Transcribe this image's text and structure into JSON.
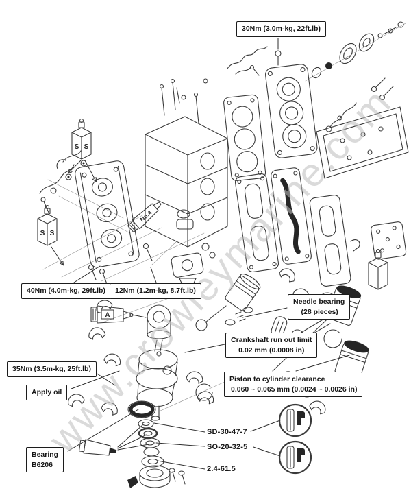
{
  "colors": {
    "ink": "#3a3a3a",
    "paper": "#ffffff",
    "watermark": "#bdbdbd"
  },
  "watermark": "www.crowleymarine.com",
  "callouts": {
    "torque_head_bolts": "30Nm (3.0m-kg, 22ft.lb)",
    "torque_crankcase_main": "40Nm (4.0m-kg, 29ft.lb)",
    "torque_crankcase_small": "12Nm (1.2m-kg, 8.7ft.lb)",
    "torque_flywheel": "35Nm (3.5m-kg, 25ft.lb)",
    "needle_bearing_line1": "Needle bearing",
    "needle_bearing_line2": "(28 pieces)",
    "runout_line1": "Crankshaft run out limit",
    "runout_line2": "0.02 mm (0.0008 in)",
    "piston_clearance_line1": "Piston to cylinder clearance",
    "piston_clearance_line2": "0.060 ~ 0.065 mm (0.0024 ~ 0.0026 in)",
    "apply_oil": "Apply oil",
    "bearing_line1": "Bearing",
    "bearing_line2": "B6206"
  },
  "part_labels": {
    "seal_upper": "SD-30-47-7",
    "seal_lower": "SO-20-32-5",
    "oring_size": "2.4-61.5"
  },
  "inline_labels": {
    "tube_a": "A",
    "sealant_tube": "No.4",
    "bottle_letter": "S"
  }
}
